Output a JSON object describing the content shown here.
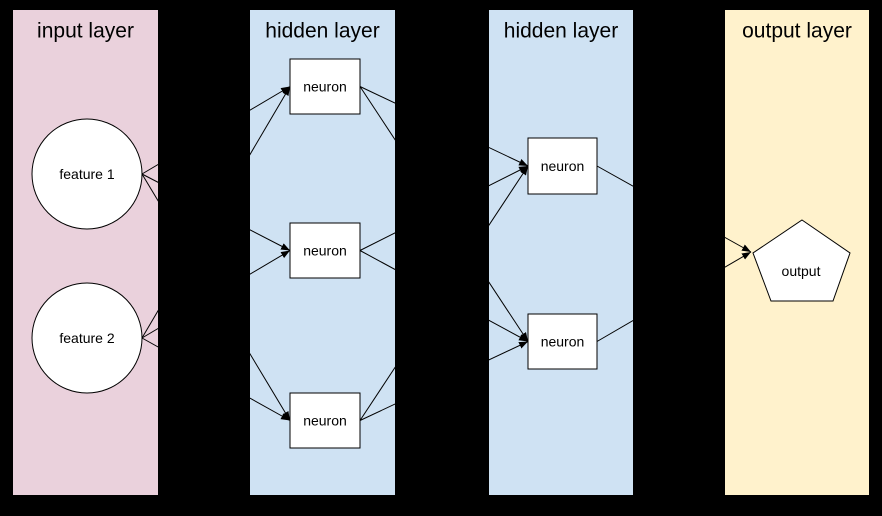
{
  "diagram": {
    "type": "neural-network",
    "background_color": "#000000",
    "node_fill_color": "#ffffff",
    "edge_color": "#000000",
    "layers": [
      {
        "id": "input",
        "title": "input layer",
        "color": "#ead1dc",
        "nodes": [
          {
            "id": "feature1",
            "label": "feature 1",
            "shape": "circle"
          },
          {
            "id": "feature2",
            "label": "feature 2",
            "shape": "circle"
          }
        ]
      },
      {
        "id": "hidden1",
        "title": "hidden layer",
        "color": "#cfe2f3",
        "nodes": [
          {
            "id": "h1n1",
            "label": "neuron",
            "shape": "rectangle"
          },
          {
            "id": "h1n2",
            "label": "neuron",
            "shape": "rectangle"
          },
          {
            "id": "h1n3",
            "label": "neuron",
            "shape": "rectangle"
          }
        ]
      },
      {
        "id": "hidden2",
        "title": "hidden layer",
        "color": "#cfe2f3",
        "nodes": [
          {
            "id": "h2n1",
            "label": "neuron",
            "shape": "rectangle"
          },
          {
            "id": "h2n2",
            "label": "neuron",
            "shape": "rectangle"
          }
        ]
      },
      {
        "id": "output",
        "title": "output layer",
        "color": "#fff2cc",
        "nodes": [
          {
            "id": "out1",
            "label": "output",
            "shape": "pentagon"
          }
        ]
      }
    ],
    "edges": [
      {
        "from": "feature1",
        "to": "h1n1"
      },
      {
        "from": "feature1",
        "to": "h1n2"
      },
      {
        "from": "feature1",
        "to": "h1n3"
      },
      {
        "from": "feature2",
        "to": "h1n1"
      },
      {
        "from": "feature2",
        "to": "h1n2"
      },
      {
        "from": "feature2",
        "to": "h1n3"
      },
      {
        "from": "h1n1",
        "to": "h2n1"
      },
      {
        "from": "h1n1",
        "to": "h2n2"
      },
      {
        "from": "h1n2",
        "to": "h2n1"
      },
      {
        "from": "h1n2",
        "to": "h2n2"
      },
      {
        "from": "h1n3",
        "to": "h2n1"
      },
      {
        "from": "h1n3",
        "to": "h2n2"
      },
      {
        "from": "h2n1",
        "to": "out1"
      },
      {
        "from": "h2n2",
        "to": "out1"
      }
    ]
  }
}
